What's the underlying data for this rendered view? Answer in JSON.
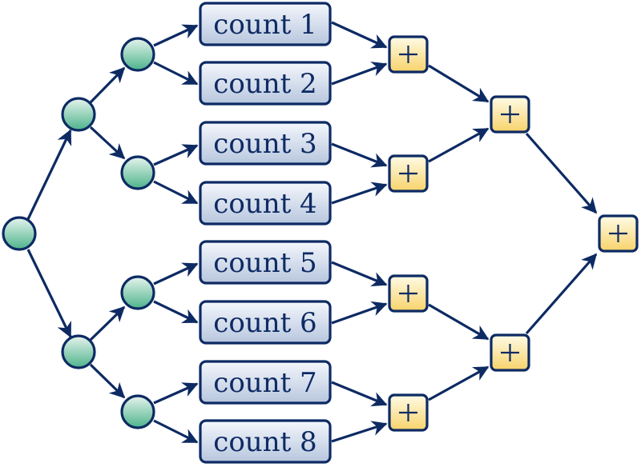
{
  "diagram": {
    "counters": [
      "count 1",
      "count 2",
      "count 3",
      "count 4",
      "count 5",
      "count 6",
      "count 7",
      "count 8"
    ],
    "adder_symbol": "+",
    "colors": {
      "stroke": "#0d2a63",
      "split_node_fill": [
        "#e6f4ee",
        "#4db38b"
      ],
      "counter_fill": [
        "#f4f7fc",
        "#b7c6de"
      ],
      "adder_fill": [
        "#fffbe6",
        "#f7d36a"
      ]
    },
    "structure": {
      "split_levels": 3,
      "counter_count": 8,
      "adder_levels": 3
    }
  }
}
